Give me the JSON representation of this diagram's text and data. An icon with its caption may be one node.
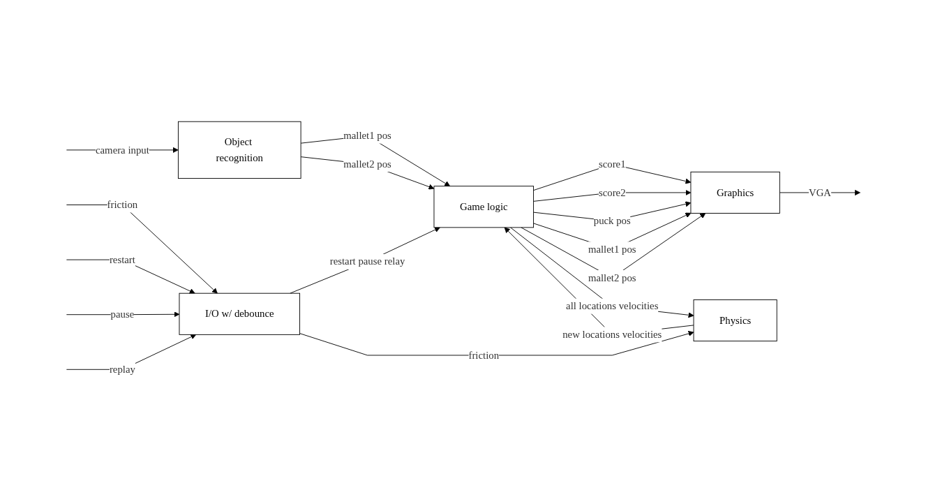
{
  "diagram": {
    "nodes": [
      {
        "text": [
          "Object recognition"
        ]
      },
      {
        "text": [
          "Game logic"
        ]
      },
      {
        "text": [
          "Graphics"
        ]
      },
      {
        "text": [
          "I/O w/ debounce"
        ]
      },
      {
        "text": [
          "Physics"
        ]
      }
    ],
    "edges": [
      {
        "from": null,
        "to": 0,
        "arrow": "to",
        "label": "camera input"
      },
      {
        "from": 0,
        "to": 1,
        "arrow": "to",
        "label": "mallet1 pos"
      },
      {
        "from": 0,
        "to": 1,
        "arrow": "to",
        "label": "mallet2 pos"
      },
      {
        "from": 1,
        "to": 2,
        "arrow": "to",
        "label": "score1"
      },
      {
        "from": 1,
        "to": 2,
        "arrow": "to",
        "label": "score2"
      },
      {
        "from": 1,
        "to": 2,
        "arrow": "to",
        "label": "puck pos"
      },
      {
        "from": 1,
        "to": 2,
        "arrow": "to",
        "label": "mallet1 pos"
      },
      {
        "from": 1,
        "to": 2,
        "arrow": "to",
        "label": "mallet2 pos"
      },
      {
        "from": 2,
        "to": null,
        "arrow": "to",
        "label": "VGA"
      },
      {
        "from": 3,
        "to": 1,
        "arrow": "to",
        "label": "restart pause relay"
      },
      {
        "from": 1,
        "to": 4,
        "arrow": "to",
        "label": "all locations velocities"
      },
      {
        "from": 4,
        "to": 1,
        "arrow": "to",
        "label": "new locations velocities"
      },
      {
        "from": null,
        "to": 3,
        "arrow": "to",
        "label": "friction"
      },
      {
        "from": null,
        "to": 3,
        "arrow": "to",
        "label": "restart"
      },
      {
        "from": null,
        "to": 3,
        "arrow": "to",
        "label": "pause"
      },
      {
        "from": null,
        "to": 3,
        "arrow": "to",
        "label": "replay"
      },
      {
        "from": 3,
        "to": 4,
        "arrow": "to",
        "label": "friction"
      }
    ]
  }
}
